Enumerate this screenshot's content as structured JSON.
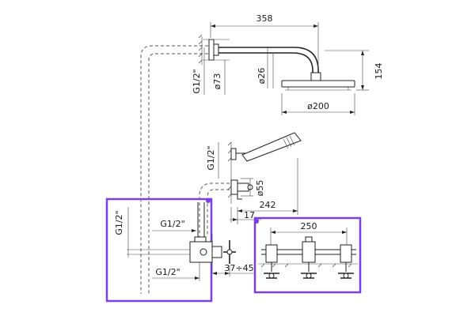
{
  "diagram": {
    "accent_color": "#7b3fe4",
    "dimensions": {
      "width_358": "358",
      "height_154": "154",
      "arm_dia_26": "ø26",
      "flange_dia_73": "ø73",
      "head_dia_200": "ø200",
      "thread_top": "G1/2\"",
      "thread_mid": "G1/2\"",
      "dia_55": "ø55",
      "len_242": "242",
      "len_17": "17",
      "valve_left_thread_v": "G1/2\"",
      "valve_thread_h1": "G1/2\"",
      "valve_thread_h2": "G1/2\"",
      "range_37_45": "37÷45",
      "mixer_width_250": "250"
    }
  }
}
